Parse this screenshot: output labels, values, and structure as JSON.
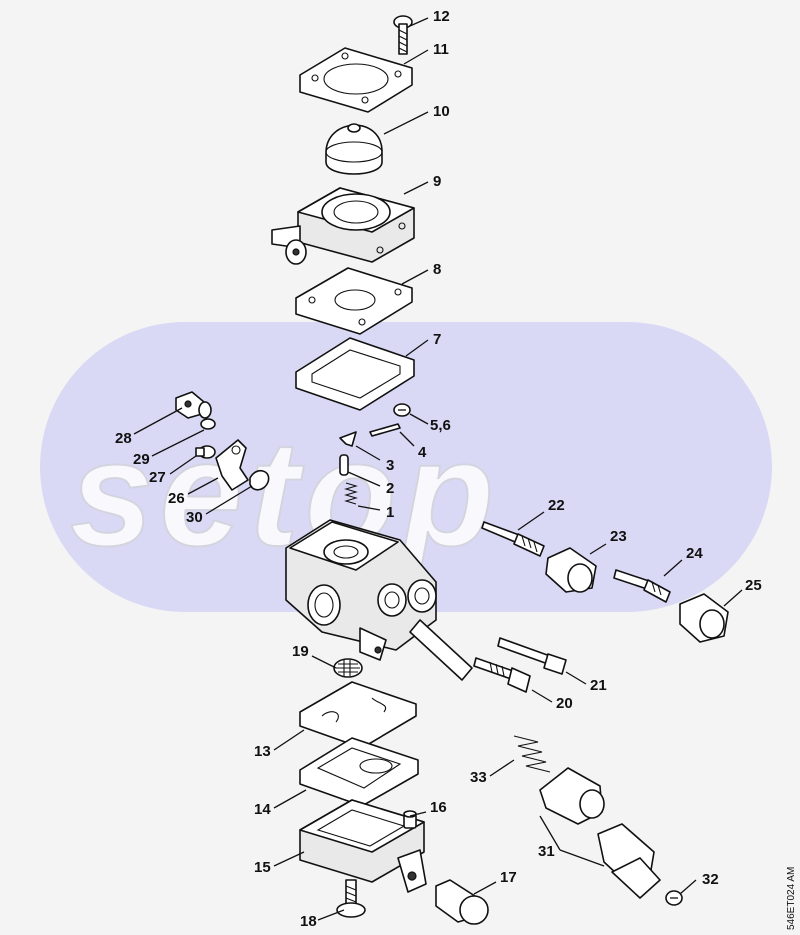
{
  "watermark": "setop",
  "drawing_ref": "546ET024 AM",
  "colors": {
    "background": "#f4f4f4",
    "watermark_band": "#d9d9f5",
    "ink": "#111111"
  },
  "callouts": {
    "c1": "1",
    "c2": "2",
    "c3": "3",
    "c4": "4",
    "c56": "5,6",
    "c7": "7",
    "c8": "8",
    "c9": "9",
    "c10": "10",
    "c11": "11",
    "c12": "12",
    "c13": "13",
    "c14": "14",
    "c15": "15",
    "c16": "16",
    "c17": "17",
    "c18": "18",
    "c19": "19",
    "c20": "20",
    "c21": "21",
    "c22": "22",
    "c23": "23",
    "c24": "24",
    "c25": "25",
    "c26": "26",
    "c27": "27",
    "c28": "28",
    "c29": "29",
    "c30": "30",
    "c31": "31",
    "c32": "32",
    "c33": "33"
  }
}
